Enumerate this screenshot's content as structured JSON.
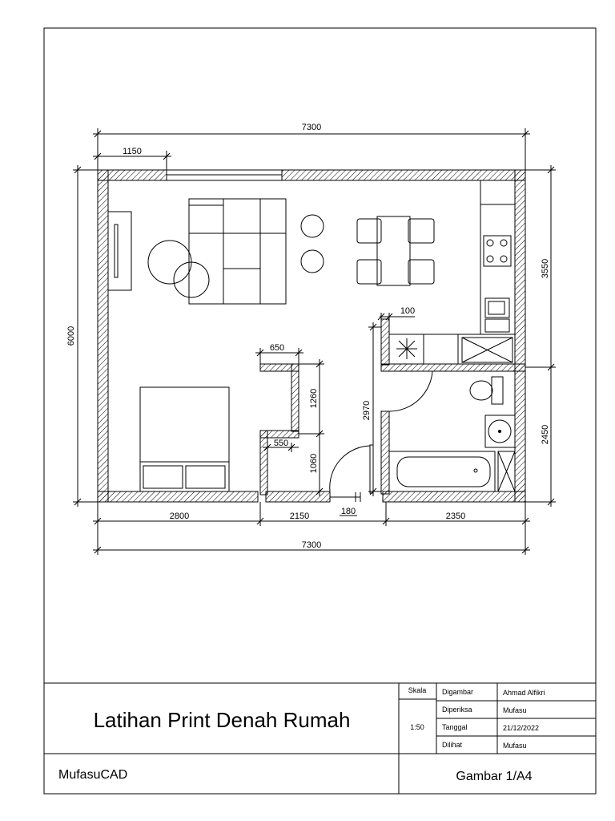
{
  "drawing": {
    "dimensions": {
      "overall_top": "7300",
      "top_window_offset": "1150",
      "overall_left": "6000",
      "right_upper": "3550",
      "right_lower": "2450",
      "wall_100": "100",
      "wardrobe_width": "650",
      "wardrobe_upper": "1260",
      "wardrobe_lower": "1060",
      "closet_width": "550",
      "bath_height": "2970",
      "door_180": "180",
      "bottom_left": "2800",
      "bottom_mid": "2150",
      "bottom_right": "2350",
      "overall_bottom": "7300"
    }
  },
  "title_block": {
    "title": "Latihan Print Denah Rumah",
    "company": "MufasuCAD",
    "sheet": "Gambar 1/A4",
    "scale_label": "Skala",
    "scale_value": "1:50",
    "drawn_label": "Digambar",
    "drawn_value": "Ahmad Alfikri",
    "checked_label": "Diperiksa",
    "checked_value": "Mufasu",
    "date_label": "Tanggal",
    "date_value": "21/12/2022",
    "seen_label": "Dilihat",
    "seen_value": "Mufasu"
  }
}
